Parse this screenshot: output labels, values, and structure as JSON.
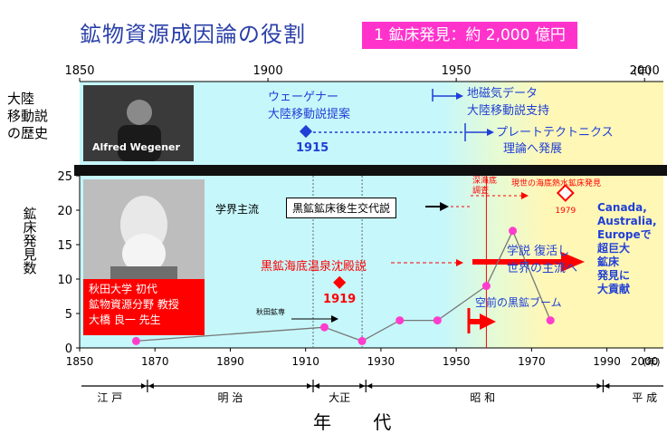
{
  "title": "鉱物資源成因論の役割",
  "badge": "1 鉱床発見：約 2,000 億円",
  "top_axis": {
    "ticks": [
      "1850",
      "1900",
      "1950",
      "2000"
    ],
    "unit": "(年)"
  },
  "top_row": {
    "label": [
      "大陸",
      "移動説",
      "の歴史"
    ],
    "photo_caption": "Alfred Wegener",
    "proposal_text": [
      "ウェーゲナー",
      "大陸移動説提案"
    ],
    "proposal_year": "1915",
    "paleomag_text": [
      "地磁気データ",
      "大陸移動説支持"
    ],
    "plate_text": [
      "プレートテクトニクス",
      "理論へ発展"
    ]
  },
  "chart_data": {
    "type": "line",
    "x": [
      1865,
      1915,
      1925,
      1935,
      1945,
      1958,
      1965,
      1975
    ],
    "y": [
      1,
      3,
      1,
      4,
      4,
      9,
      17,
      4
    ],
    "xlim": [
      1850,
      2005
    ],
    "ylim": [
      0,
      25
    ],
    "xticks": [
      "1850",
      "1870",
      "1890",
      "1910",
      "1930",
      "1950",
      "1970",
      "1990",
      "2000"
    ],
    "yticks": [
      "0",
      "5",
      "10",
      "15",
      "20",
      "25"
    ],
    "ylabel": "鉱床発見数",
    "xunit": "(年)",
    "point_1919": {
      "x": 1919,
      "y": 9.5,
      "label": "1919"
    },
    "point_1979": {
      "x": 1979,
      "y": 22.5,
      "label": "1979"
    }
  },
  "annotations": {
    "photo2_caption": [
      "秋田大学 初代",
      "鉱物資源分野 教授",
      "大橋 良一 先生"
    ],
    "mainstream_label": "学界主流",
    "mainstream_box": "黒鉱鉱床後生交代説",
    "hot_spring_theory": "黒鉱海底温泉沈殿説",
    "akita_mine": "秋田鉱専",
    "deep_sea": [
      "深海底",
      "調査"
    ],
    "modern_hydro": "現世の海底熱水鉱床発見",
    "revival": [
      "学説 復活し",
      "世界の主流へ"
    ],
    "boom": "空前の黒鉱ブーム",
    "contribution": [
      "Canada,",
      "Australia,",
      "Europeで",
      "超巨大",
      "鉱床",
      "発見に",
      "大貢献"
    ]
  },
  "eras": [
    "江 戸",
    "明 治",
    "大正",
    "昭 和",
    "平 成"
  ],
  "footer": "年 代",
  "colors": {
    "cyan": "#c4f7fb",
    "yellow": "#fff8b8",
    "pink": "#ff3dcc",
    "red": "#ff0000",
    "blue": "#1f3fd6"
  }
}
